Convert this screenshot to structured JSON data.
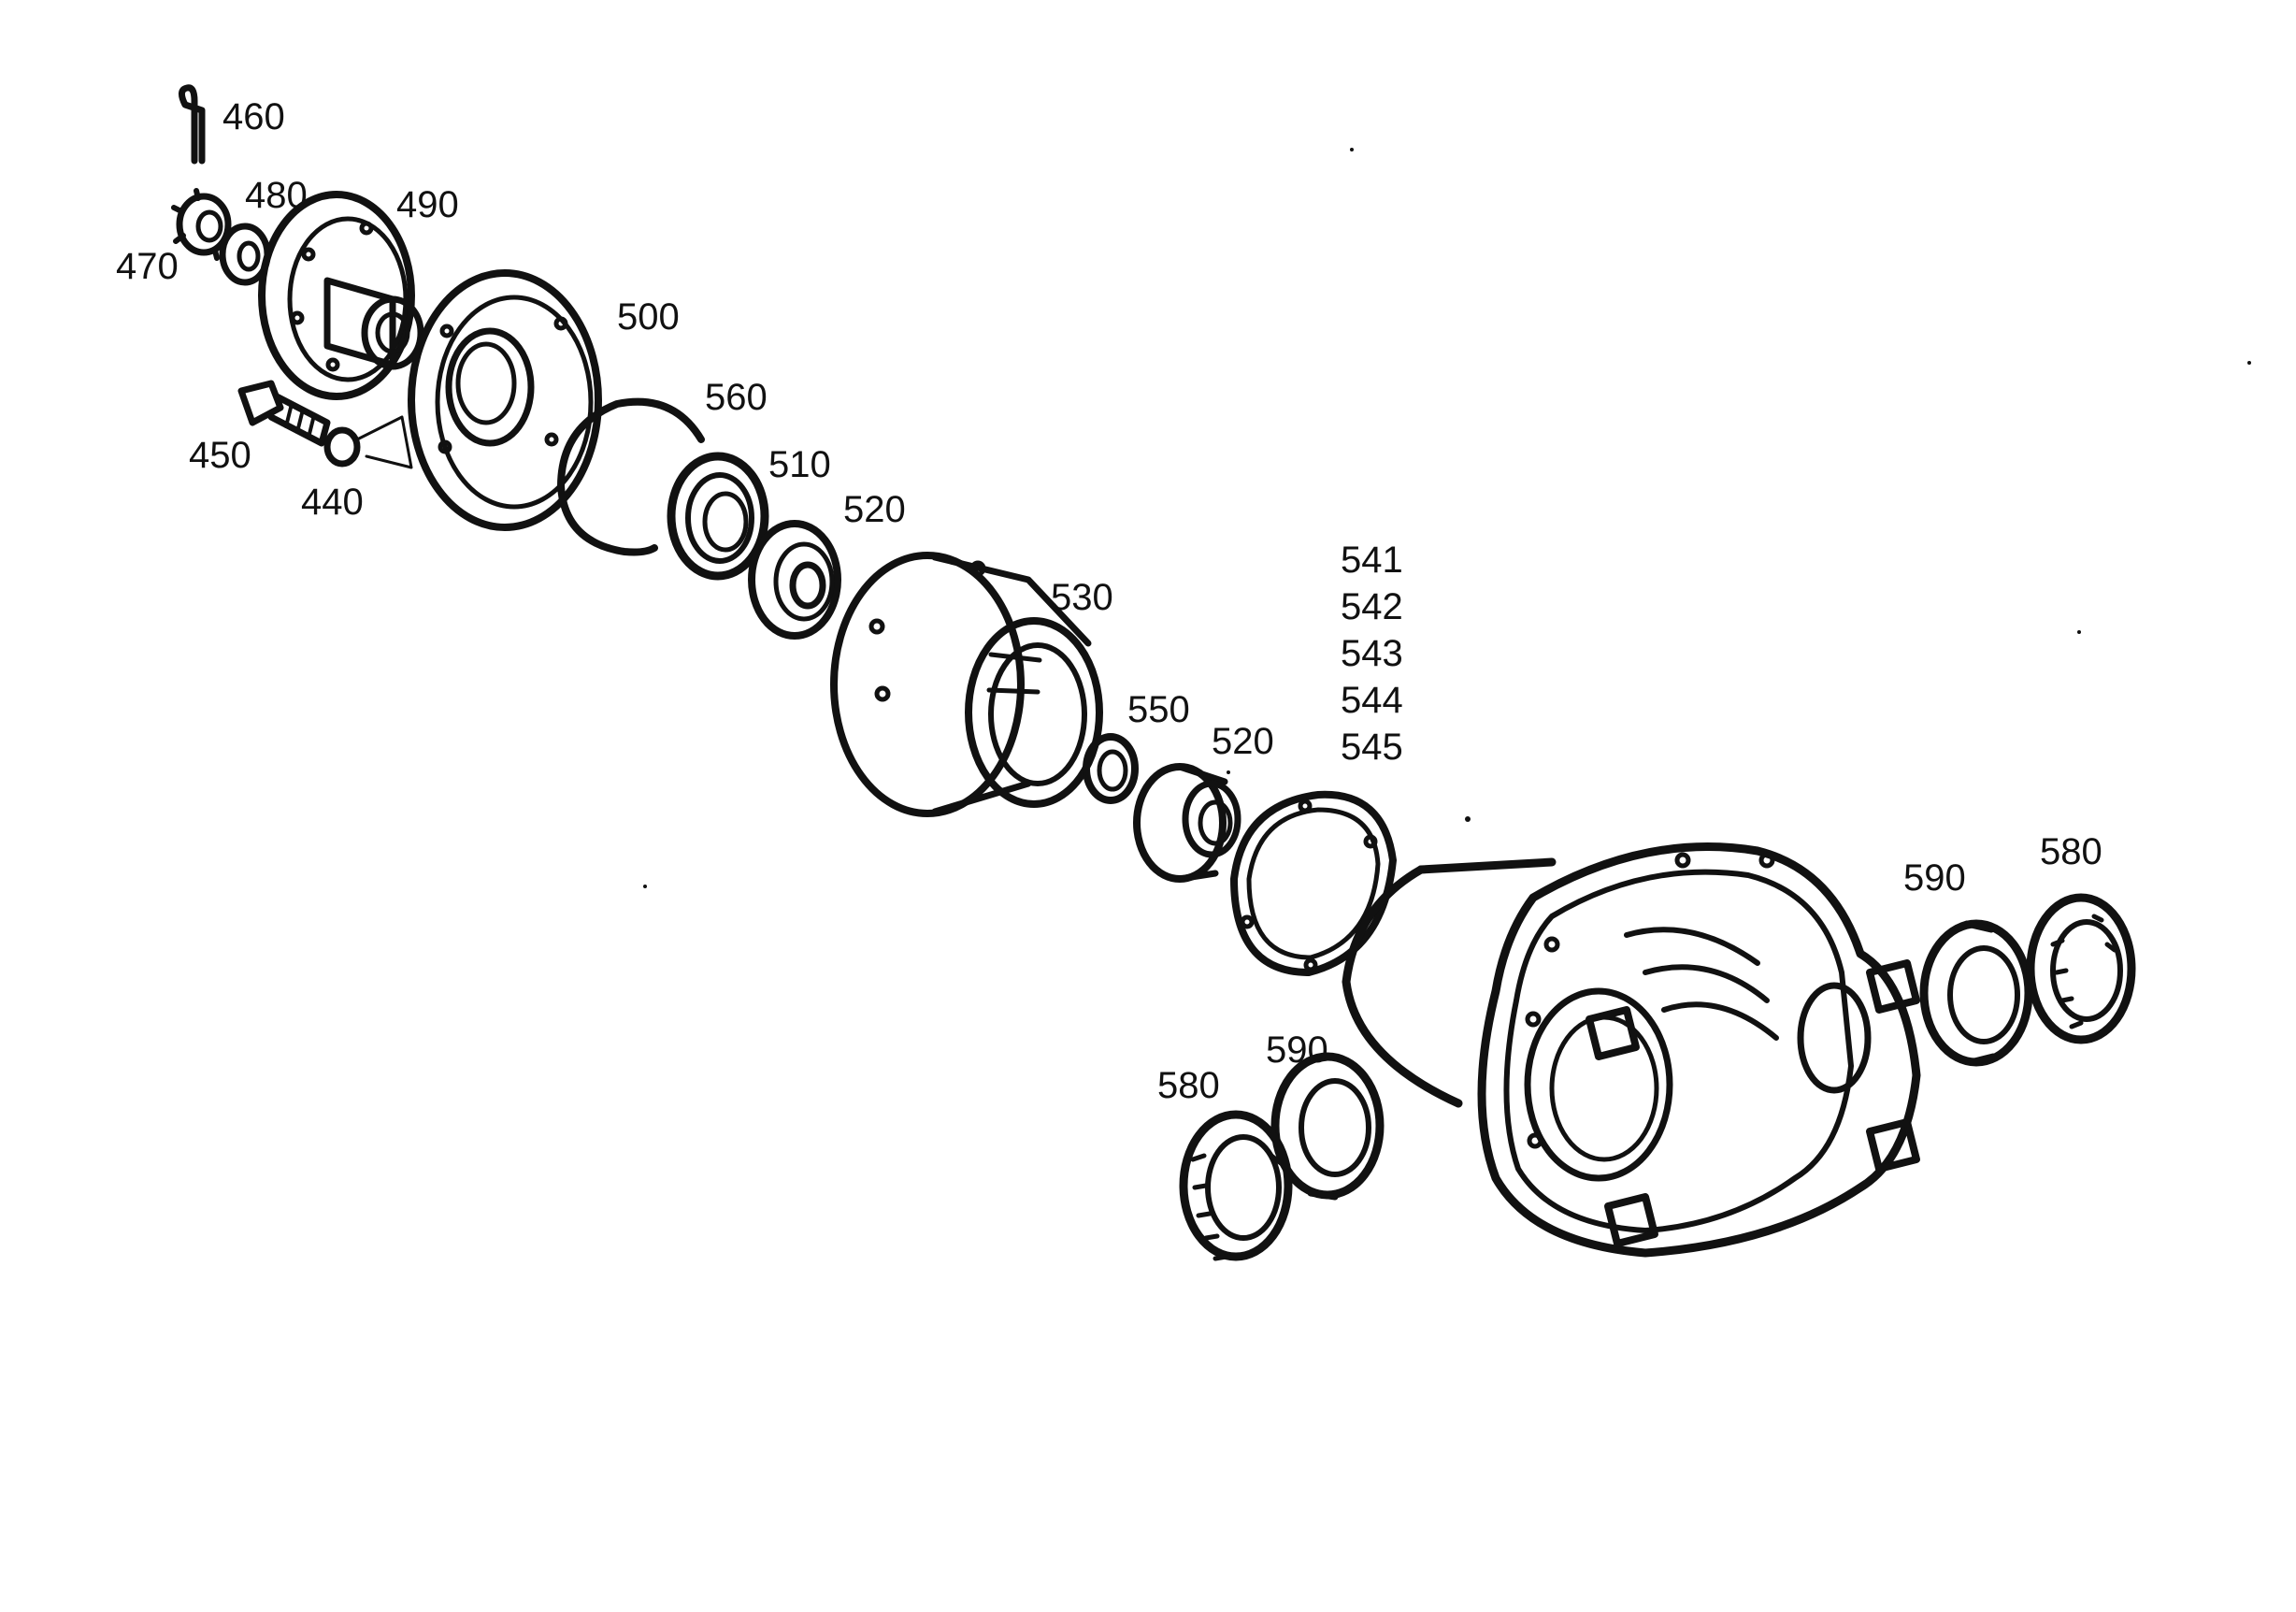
{
  "parts": {
    "p460": "460",
    "p480": "480",
    "p490": "490",
    "p470": "470",
    "p500": "500",
    "p560": "560",
    "p450": "450",
    "p510": "510",
    "p440": "440",
    "p520a": "520",
    "p530": "530",
    "p541": "541",
    "p542": "542",
    "p543": "543",
    "p544": "544",
    "p545": "545",
    "p550": "550",
    "p520b": "520",
    "p590a": "590",
    "p580a": "580",
    "p590b": "590",
    "p580b": "580"
  }
}
